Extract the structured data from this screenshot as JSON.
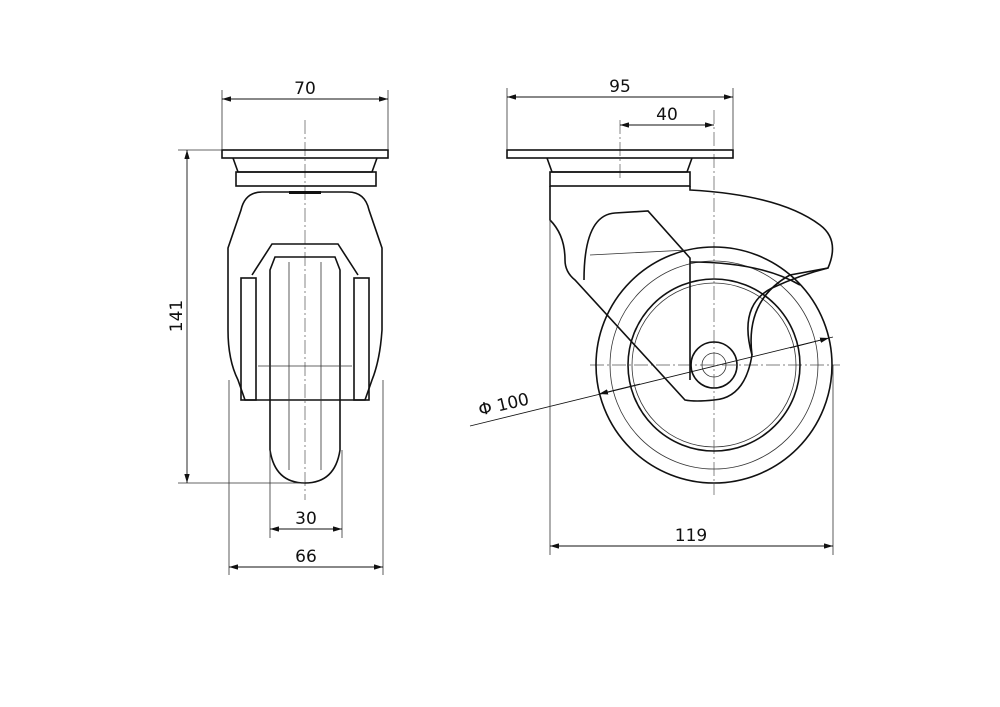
{
  "drawing": {
    "front_view": {
      "dimensions": {
        "plate_width": "70",
        "total_height": "141",
        "wheel_width": "30",
        "overall_width": "66"
      }
    },
    "side_view": {
      "dimensions": {
        "plate_length": "95",
        "offset": "40",
        "wheel_diameter": "Φ 100",
        "overall_length": "119"
      }
    }
  }
}
